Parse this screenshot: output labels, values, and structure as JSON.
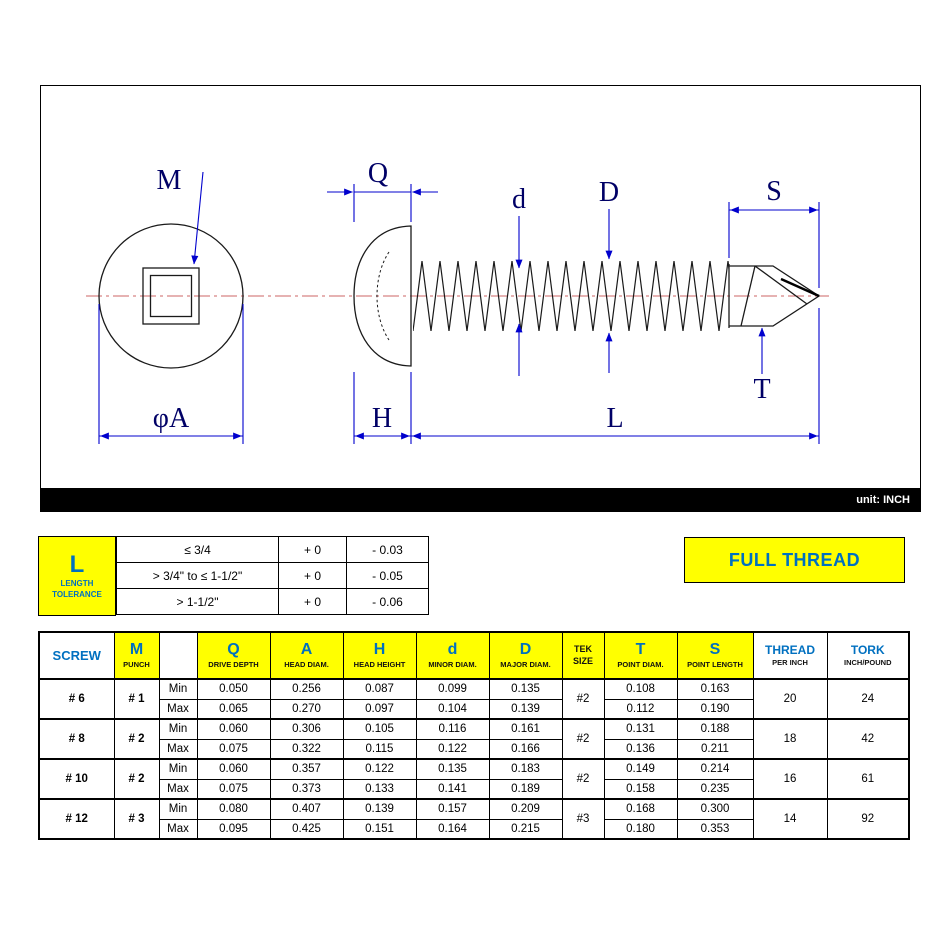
{
  "drawing": {
    "unit_note": "unit: INCH",
    "labels": {
      "m": "M",
      "q": "Q",
      "d_minor": "d",
      "d_major": "D",
      "s": "S",
      "t": "T",
      "h": "H",
      "l": "L",
      "phi_a": "φA"
    }
  },
  "tolerance": {
    "letter": "L",
    "title_line1": "LENGTH",
    "title_line2": "TOLERANCE",
    "rows": [
      {
        "range": "≤ 3/4",
        "plus": "+ 0",
        "minus": "- 0.03"
      },
      {
        "range": "> 3/4\" to ≤ 1-1/2\"",
        "plus": "+ 0",
        "minus": "- 0.05"
      },
      {
        "range": "> 1-1/2\"",
        "plus": "+ 0",
        "minus": "- 0.06"
      }
    ]
  },
  "full_thread": "FULL THREAD",
  "spec_table": {
    "min_label": "Min",
    "max_label": "Max",
    "headers": {
      "screw": "SCREW",
      "m_main": "M",
      "m_sub": "PUNCH",
      "q_main": "Q",
      "q_sub": "DRIVE DEPTH",
      "a_main": "A",
      "a_sub": "HEAD DIAM.",
      "h_main": "H",
      "h_sub": "HEAD HEIGHT",
      "d_main": "d",
      "d_sub": "MINOR DIAM.",
      "dd_main": "D",
      "dd_sub": "MAJOR DIAM.",
      "tek_line1": "TEK",
      "tek_line2": "SIZE",
      "t_main": "T",
      "t_sub": "POINT DIAM.",
      "s_main": "S",
      "s_sub": "POINT LENGTH",
      "thread_main": "THREAD",
      "thread_sub": "PER INCH",
      "tork_main": "TORK",
      "tork_sub": "INCH/POUND"
    },
    "rows": [
      {
        "screw": "# 6",
        "punch": "# 1",
        "tek": "#2",
        "thread_per_inch": "20",
        "tork": "24",
        "min": [
          "0.050",
          "0.256",
          "0.087",
          "0.099",
          "0.135",
          "0.108",
          "0.163"
        ],
        "max": [
          "0.065",
          "0.270",
          "0.097",
          "0.104",
          "0.139",
          "0.112",
          "0.190"
        ]
      },
      {
        "screw": "# 8",
        "punch": "# 2",
        "tek": "#2",
        "thread_per_inch": "18",
        "tork": "42",
        "min": [
          "0.060",
          "0.306",
          "0.105",
          "0.116",
          "0.161",
          "0.131",
          "0.188"
        ],
        "max": [
          "0.075",
          "0.322",
          "0.115",
          "0.122",
          "0.166",
          "0.136",
          "0.211"
        ]
      },
      {
        "screw": "# 10",
        "punch": "# 2",
        "tek": "#2",
        "thread_per_inch": "16",
        "tork": "61",
        "min": [
          "0.060",
          "0.357",
          "0.122",
          "0.135",
          "0.183",
          "0.149",
          "0.214"
        ],
        "max": [
          "0.075",
          "0.373",
          "0.133",
          "0.141",
          "0.189",
          "0.158",
          "0.235"
        ]
      },
      {
        "screw": "# 12",
        "punch": "# 3",
        "tek": "#3",
        "thread_per_inch": "14",
        "tork": "92",
        "min": [
          "0.080",
          "0.407",
          "0.139",
          "0.157",
          "0.209",
          "0.168",
          "0.300"
        ],
        "max": [
          "0.095",
          "0.425",
          "0.151",
          "0.164",
          "0.215",
          "0.180",
          "0.353"
        ]
      }
    ]
  }
}
